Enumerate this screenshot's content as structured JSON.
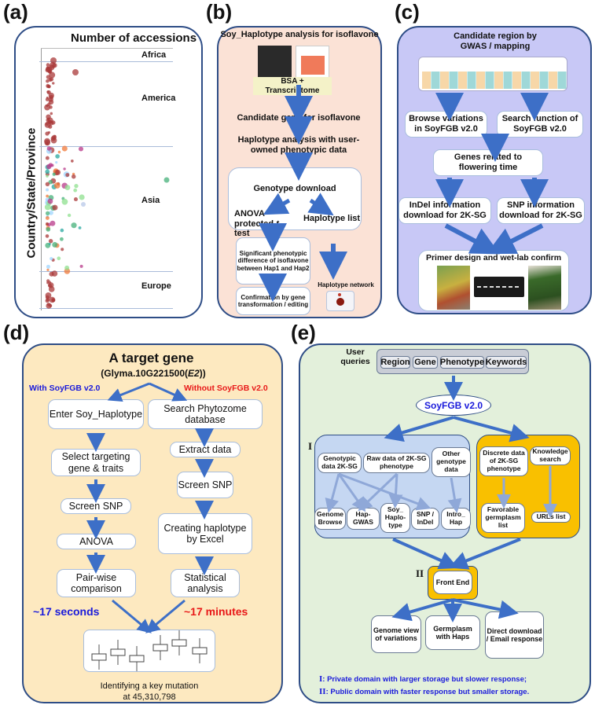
{
  "panel_labels": {
    "a": "(a)",
    "b": "(b)",
    "c": "(c)",
    "d": "(d)",
    "e": "(e)"
  },
  "panel_a": {
    "title": "Number of accessions",
    "ylabel": "Country/State/Province",
    "regions": [
      "Africa",
      "America",
      "Asia",
      "Europe"
    ]
  },
  "panel_b": {
    "title": "Soy_Haplotype analysis for isoflavone",
    "image_caption": "BSA + Transcriptome",
    "step1": "Candidate gene for isoflavone",
    "step2": "Haplotype analysis with user-owned phenotypic data",
    "genotype_download": "Genotype download",
    "anova_line1": "ANOVA-",
    "anova_line2_pre": "protected ",
    "anova_line2_italic": "t",
    "anova_line2_post": "-test",
    "haplotype_list": "Haplotype list",
    "significant": "Significant phenotypic difference of isoflavone between Hap1 and Hap2",
    "confirmation": "Confirmation by gene transformation / editing",
    "haplotype_network": "Haplotype network"
  },
  "panel_c": {
    "title": "Candidate region by GWAS / mapping",
    "browse": "Browse variations in SoyFGB v2.0",
    "search": "Search function of SoyFGB v2.0",
    "genes": "Genes related to flowering time",
    "indel": "InDel information download for 2K-SG",
    "snp": "SNP information download for 2K-SG",
    "primer": "Primer design and wet-lab confirm"
  },
  "panel_d": {
    "title": "A target gene",
    "gene_pre": "(Glyma.10G221500(",
    "gene_italic": "E2",
    "gene_post": "))",
    "with_label": "With SoyFGB v2.0",
    "without_label": "Without SoyFGB v2.0",
    "left_steps": [
      "Enter Soy_Haplotype",
      "Select targeting gene & traits",
      "Screen SNP",
      "ANOVA",
      "Pair-wise comparison"
    ],
    "right_steps": [
      "Search Phytozome database",
      "Extract data",
      "Screen SNP",
      "Creating haplotype by Excel",
      "Statistical analysis"
    ],
    "time_with": "~17 seconds",
    "time_without": "~17 minutes",
    "result_line1": "Identifying a key mutation",
    "result_line2": "at 45,310,798",
    "colors": {
      "with": "#1a1adb",
      "without": "#e81818"
    }
  },
  "panel_e": {
    "user_queries": "User queries",
    "query_chips": [
      "Region",
      "Gene",
      "Phenotype",
      "Keywords"
    ],
    "soyfgb": "SoyFGB v2.0",
    "domain1_marker": "I",
    "domain2_marker": "II",
    "private_sources": [
      "Genotypic data 2K-SG",
      "Raw data of 2K-SG phenotype",
      "Other genotype data"
    ],
    "private_tools": [
      "Genome Browse",
      "Hap-GWAS",
      "Soy_ Haplo-type",
      "SNP / InDel",
      "Intro_ Hap"
    ],
    "public_sources": [
      "Discrete data of 2K-SG phenotype",
      "Knowledge search"
    ],
    "public_outputs": [
      "Favorable germplasm list",
      "URLs list"
    ],
    "front_end": "Front End",
    "outputs": [
      "Genome view of variations",
      "Germplasm with Haps",
      "Direct download / Email response"
    ],
    "legend1_marker": "I",
    "legend1": ":  Private domain with larger storage but slower response;",
    "legend2_marker": "II",
    "legend2": ": Public domain with faster response but smaller storage."
  }
}
